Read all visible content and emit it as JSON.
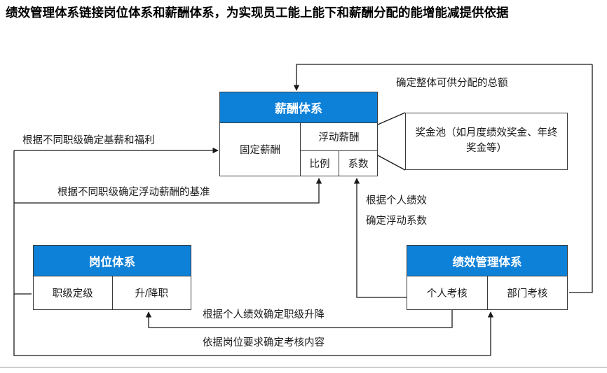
{
  "title": "绩效管理体系链接岗位体系和薪酬体系，为实现员工能上能下和薪酬分配的能增能减提供依据",
  "colors": {
    "header_blue": "#0d80d8",
    "line": "#3b3b3b",
    "text": "#1a1a1a",
    "rule": "#cfcfcf"
  },
  "nodes": {
    "salary_system": {
      "header": "薪酬体系",
      "fixed_pay": "固定薪酬",
      "float_pay": "浮动薪酬",
      "ratio": "比例",
      "coefficient": "系数"
    },
    "job_system": {
      "header": "岗位体系",
      "cells": [
        "职级定级",
        "升/降职"
      ]
    },
    "performance_system": {
      "header": "绩效管理体系",
      "cells": [
        "个人考核",
        "部门考核"
      ]
    },
    "bonus_pool": {
      "text": "奖金池（如月度绩效奖金、年终奖金等）"
    }
  },
  "edge_labels": {
    "base_pay": "根据不同职级确定基薪和福利",
    "float_base": "根据不同职级确定浮动薪酬的基准",
    "total_amount": "确定整体可供分配的总额",
    "coefficient_line1": "根据个人绩效",
    "coefficient_line2": "确定浮动系数",
    "rank_change": "根据个人绩效确定职级升降",
    "assess_content": "依据岗位要求确定考核内容"
  }
}
